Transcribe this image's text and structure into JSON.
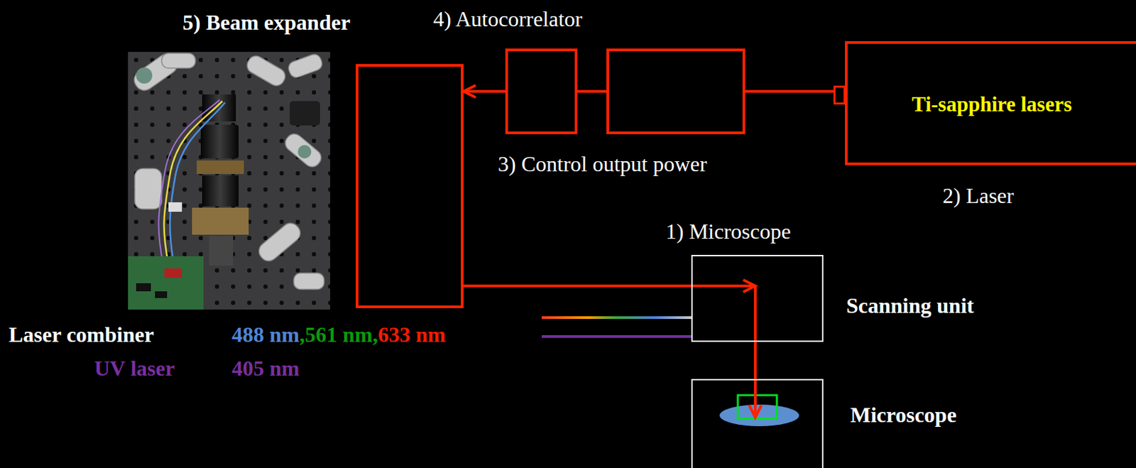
{
  "diagram": {
    "nodes": [
      {
        "text": [
          "Ti-sapphire lasers",
          "2) Laser"
        ]
      },
      {
        "text": [
          "3) Control output power"
        ]
      },
      {
        "text": [
          "4) Autocorrelator"
        ]
      },
      {
        "text": [
          "5) Beam expander"
        ]
      },
      {
        "text": [
          "1) Microscope",
          "Scanning unit"
        ]
      },
      {
        "text": [
          "Microscope"
        ]
      }
    ],
    "edges": [
      {
        "from": 0,
        "to": 1,
        "arrow": "none"
      },
      {
        "from": 1,
        "to": 2,
        "arrow": "none"
      },
      {
        "from": 2,
        "to": 3,
        "arrow": "to"
      },
      {
        "from": 3,
        "to": 4,
        "arrow": "to"
      },
      {
        "from": 4,
        "to": 5,
        "arrow": "to"
      }
    ],
    "labels": [
      "Laser combiner",
      "488 nm",
      ",561 nm,",
      "633 nm",
      "UV laser",
      "405 nm"
    ]
  }
}
